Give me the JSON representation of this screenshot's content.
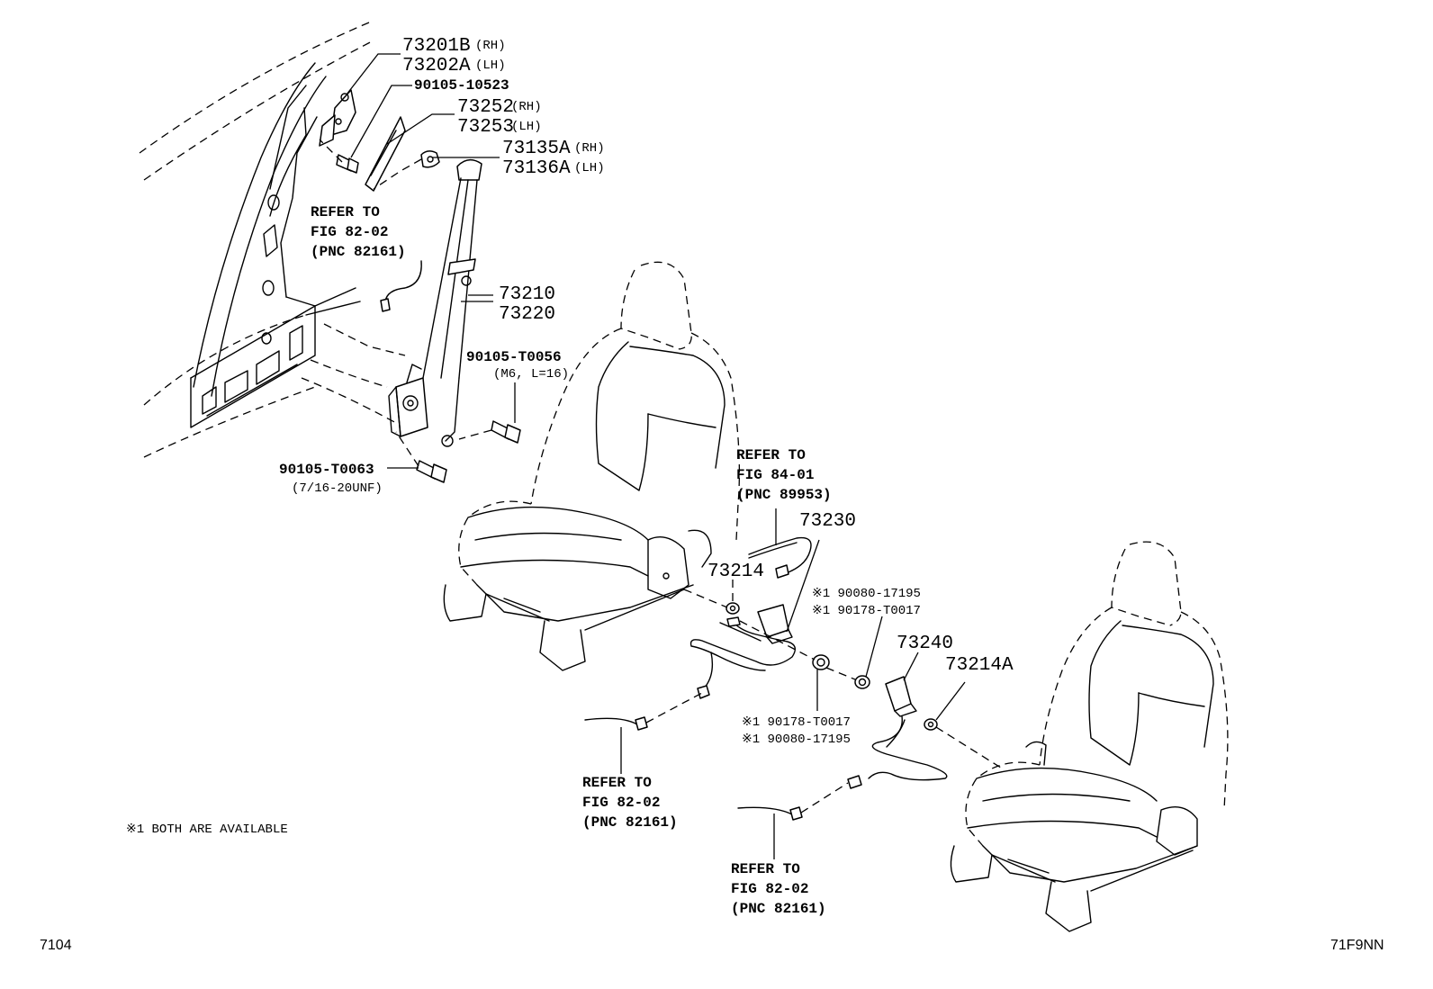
{
  "labels": {
    "p73201b": "73201B",
    "rh1": "(RH)",
    "p73202a": "73202A",
    "lh1": "(LH)",
    "p90105_10523": "90105-10523",
    "p73252": "73252",
    "rh2": "(RH)",
    "p73253": "73253",
    "lh2": "(LH)",
    "p73135a": "73135A",
    "rh3": "(RH)",
    "p73136a": "73136A",
    "lh3": "(LH)",
    "refer1_l1": "REFER TO",
    "refer1_l2": "FIG 82-02",
    "refer1_l3": "(PNC 82161)",
    "p73210": "73210",
    "p73220": "73220",
    "p90105_t0056": "90105-T0056",
    "m6": "(M6, L=16)",
    "p90105_t0063": "90105-T0063",
    "unf": "(7/16-20UNF)",
    "refer2_l1": "REFER TO",
    "refer2_l2": "FIG 84-01",
    "refer2_l3": "(PNC 89953)",
    "p73230": "73230",
    "p73214": "73214",
    "alt1a": "※1 90080-17195",
    "alt1b": "※1 90178-T0017",
    "p73240": "73240",
    "p73214a": "73214A",
    "alt2a": "※1 90178-T0017",
    "alt2b": "※1 90080-17195",
    "refer3_l1": "REFER TO",
    "refer3_l2": "FIG 82-02",
    "refer3_l3": "(PNC 82161)",
    "refer4_l1": "REFER TO",
    "refer4_l2": "FIG 82-02",
    "refer4_l3": "(PNC 82161)",
    "note": "※1 BOTH ARE AVAILABLE",
    "code_left": "7104",
    "code_right": "71F9NN"
  }
}
